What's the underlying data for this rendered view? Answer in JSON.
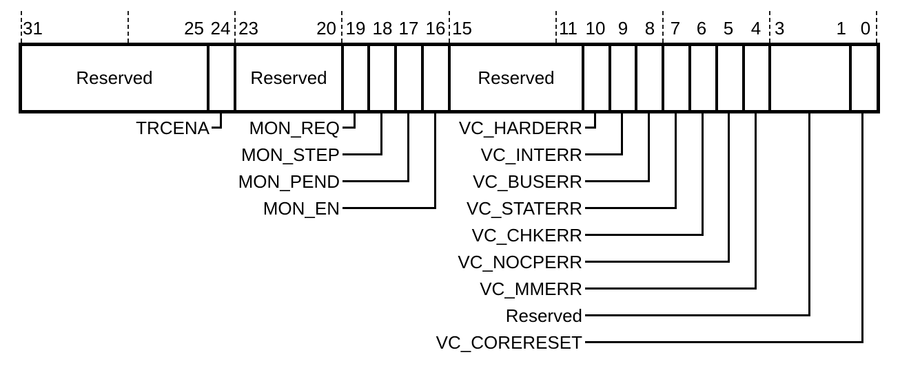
{
  "register_diagram": {
    "bit_ruler": [
      "31",
      "25",
      "24",
      "23",
      "20",
      "19",
      "18",
      "17",
      "16",
      "15",
      "11",
      "10",
      "9",
      "8",
      "7",
      "6",
      "5",
      "4",
      "3",
      "1",
      "0"
    ],
    "reserved_cells": [
      "Reserved",
      "Reserved",
      "Reserved"
    ],
    "callouts": [
      {
        "label": "TRCENA",
        "bit": "24"
      },
      {
        "label": "MON_REQ",
        "bit": "19"
      },
      {
        "label": "MON_STEP",
        "bit": "18"
      },
      {
        "label": "MON_PEND",
        "bit": "17"
      },
      {
        "label": "MON_EN",
        "bit": "16"
      },
      {
        "label": "VC_HARDERR",
        "bit": "10"
      },
      {
        "label": "VC_INTERR",
        "bit": "9"
      },
      {
        "label": "VC_BUSERR",
        "bit": "8"
      },
      {
        "label": "VC_STATERR",
        "bit": "7"
      },
      {
        "label": "VC_CHKERR",
        "bit": "6"
      },
      {
        "label": "VC_NOCPERR",
        "bit": "5"
      },
      {
        "label": "VC_MMERR",
        "bit": "4"
      },
      {
        "label": "Reserved",
        "bit": "3:1"
      },
      {
        "label": "VC_CORERESET",
        "bit": "0"
      }
    ],
    "colors": {
      "ink": "#000000",
      "background": "#ffffff"
    }
  }
}
